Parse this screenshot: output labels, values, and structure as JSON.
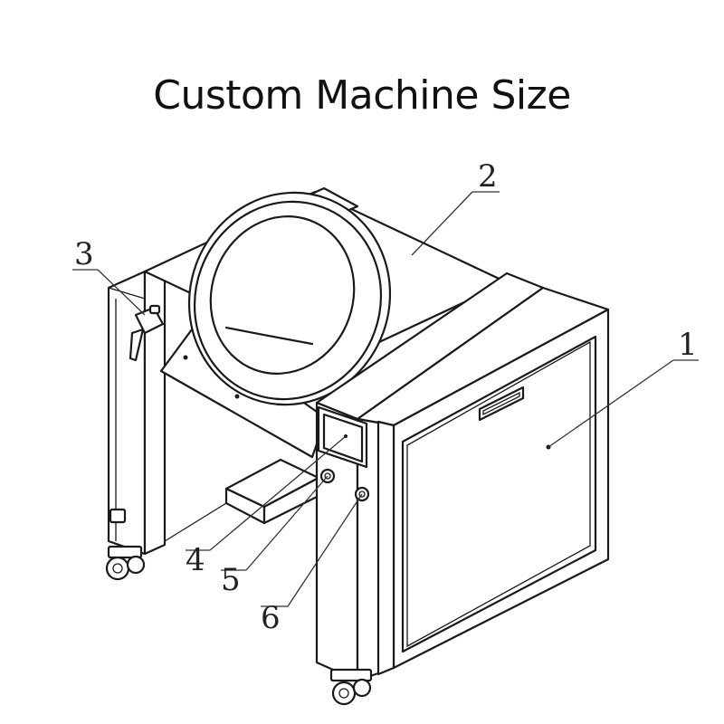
{
  "title": "Custom Machine Size",
  "callouts": [
    {
      "id": "1",
      "label": "1"
    },
    {
      "id": "2",
      "label": "2"
    },
    {
      "id": "3",
      "label": "3"
    },
    {
      "id": "4",
      "label": "4"
    },
    {
      "id": "5",
      "label": "5"
    },
    {
      "id": "6",
      "label": "6"
    }
  ]
}
